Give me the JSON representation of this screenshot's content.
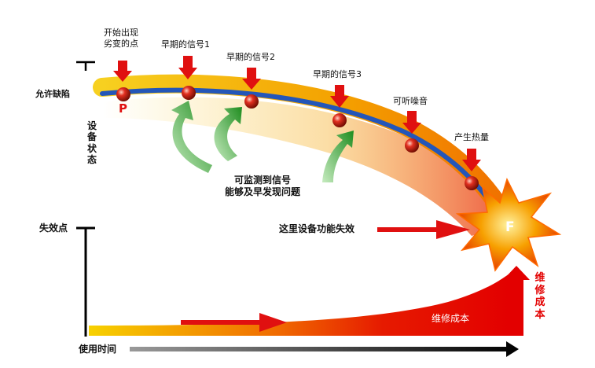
{
  "axis": {
    "device_state": "设备状态",
    "allowed_defect": "允许缺陷",
    "failure_point": "失效点",
    "time": "使用时间"
  },
  "markers": {
    "p": "P",
    "f": "F"
  },
  "curve_points": [
    {
      "line1": "开始出现",
      "line2": "劣变的点"
    },
    {
      "line1": "早期的信号1"
    },
    {
      "line1": "早期的信号2"
    },
    {
      "line1": "早期的信号3"
    },
    {
      "line1": "可听噪音"
    },
    {
      "line1": "产生热量"
    }
  ],
  "notes": {
    "monitor_line1": "可监测到信号",
    "monitor_line2": "能够及早发现问题",
    "failure_here": "这里设备功能失效"
  },
  "cost": {
    "curve_label": "维修成本",
    "vertical_label": "维修成本"
  },
  "colors": {
    "band_yellow": "#f5c400",
    "band_orange": "#f08a00",
    "curve_blue": "#2456b8",
    "arrow_red": "#e01010",
    "arrow_green": "#2e9e2a",
    "cost_red": "#e30000"
  }
}
